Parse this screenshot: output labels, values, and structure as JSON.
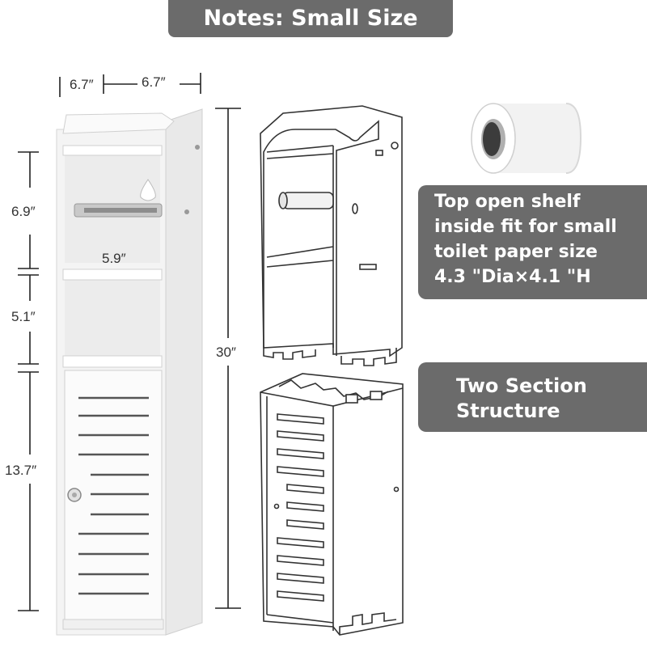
{
  "banner": {
    "title": "Notes: Small Size"
  },
  "dimensions": {
    "depth": "6.7″",
    "width": "6.7″",
    "upper_shelf": "6.9″",
    "shelf_width": "5.9″",
    "middle_shelf": "5.1″",
    "cabinet": "13.7″",
    "total_height": "30″"
  },
  "info": {
    "lines": [
      "Top open shelf",
      "inside fit for small",
      "toilet paper size",
      "4.3 \"Dia×4.1 \"H"
    ]
  },
  "structure": {
    "lines": [
      "Two Section",
      "Structure"
    ]
  },
  "colors": {
    "label_bg": "#6b6b6b",
    "label_text": "#ffffff",
    "cabinet": "#f7f7f7",
    "outline": "#333333"
  },
  "icons": [
    "toilet-paper-roll",
    "cabinet-photo",
    "cabinet-top-section-sketch",
    "cabinet-bottom-section-sketch"
  ]
}
